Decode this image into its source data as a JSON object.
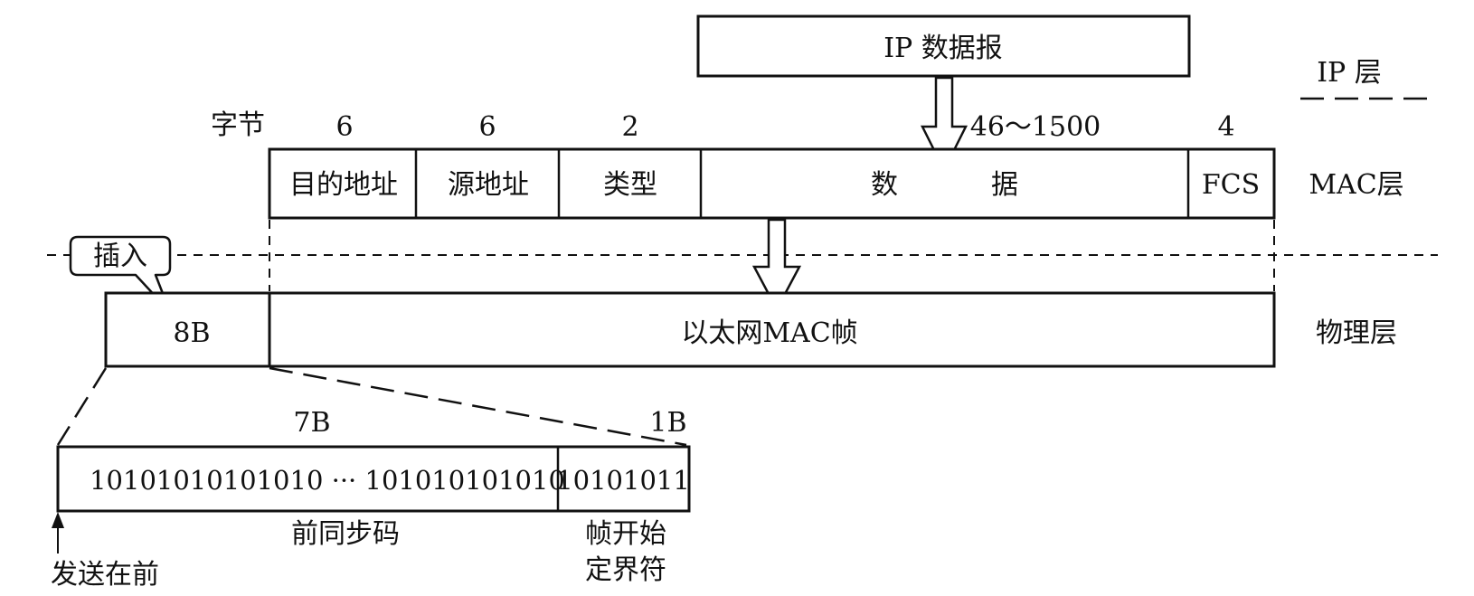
{
  "ip_datagram": "IP 数据报",
  "layers": {
    "ip": "IP 层",
    "mac": "MAC层",
    "physical": "物理层"
  },
  "bytes_label": "字节",
  "fields": [
    {
      "size": "6",
      "name": "目的地址"
    },
    {
      "size": "6",
      "name": "源地址"
    },
    {
      "size": "2",
      "name": "类型"
    },
    {
      "size": "46～1500",
      "name_left": "数",
      "name_right": "据"
    },
    {
      "size": "4",
      "name": "FCS"
    }
  ],
  "insert_label": "插入",
  "preamble_size": "8B",
  "ethernet_frame": "以太网MAC帧",
  "colors": {
    "frame_fill": "#b3b3b3"
  },
  "preamble_detail": {
    "sync_size": "7B",
    "sfd_size": "1B",
    "sync_bits": "10101010101010  ···  101010101010",
    "sfd_bits": "10101011",
    "sync_name": "前同步码",
    "sfd_name_line1": "帧开始",
    "sfd_name_line2": "定界符",
    "send_first": "发送在前"
  }
}
